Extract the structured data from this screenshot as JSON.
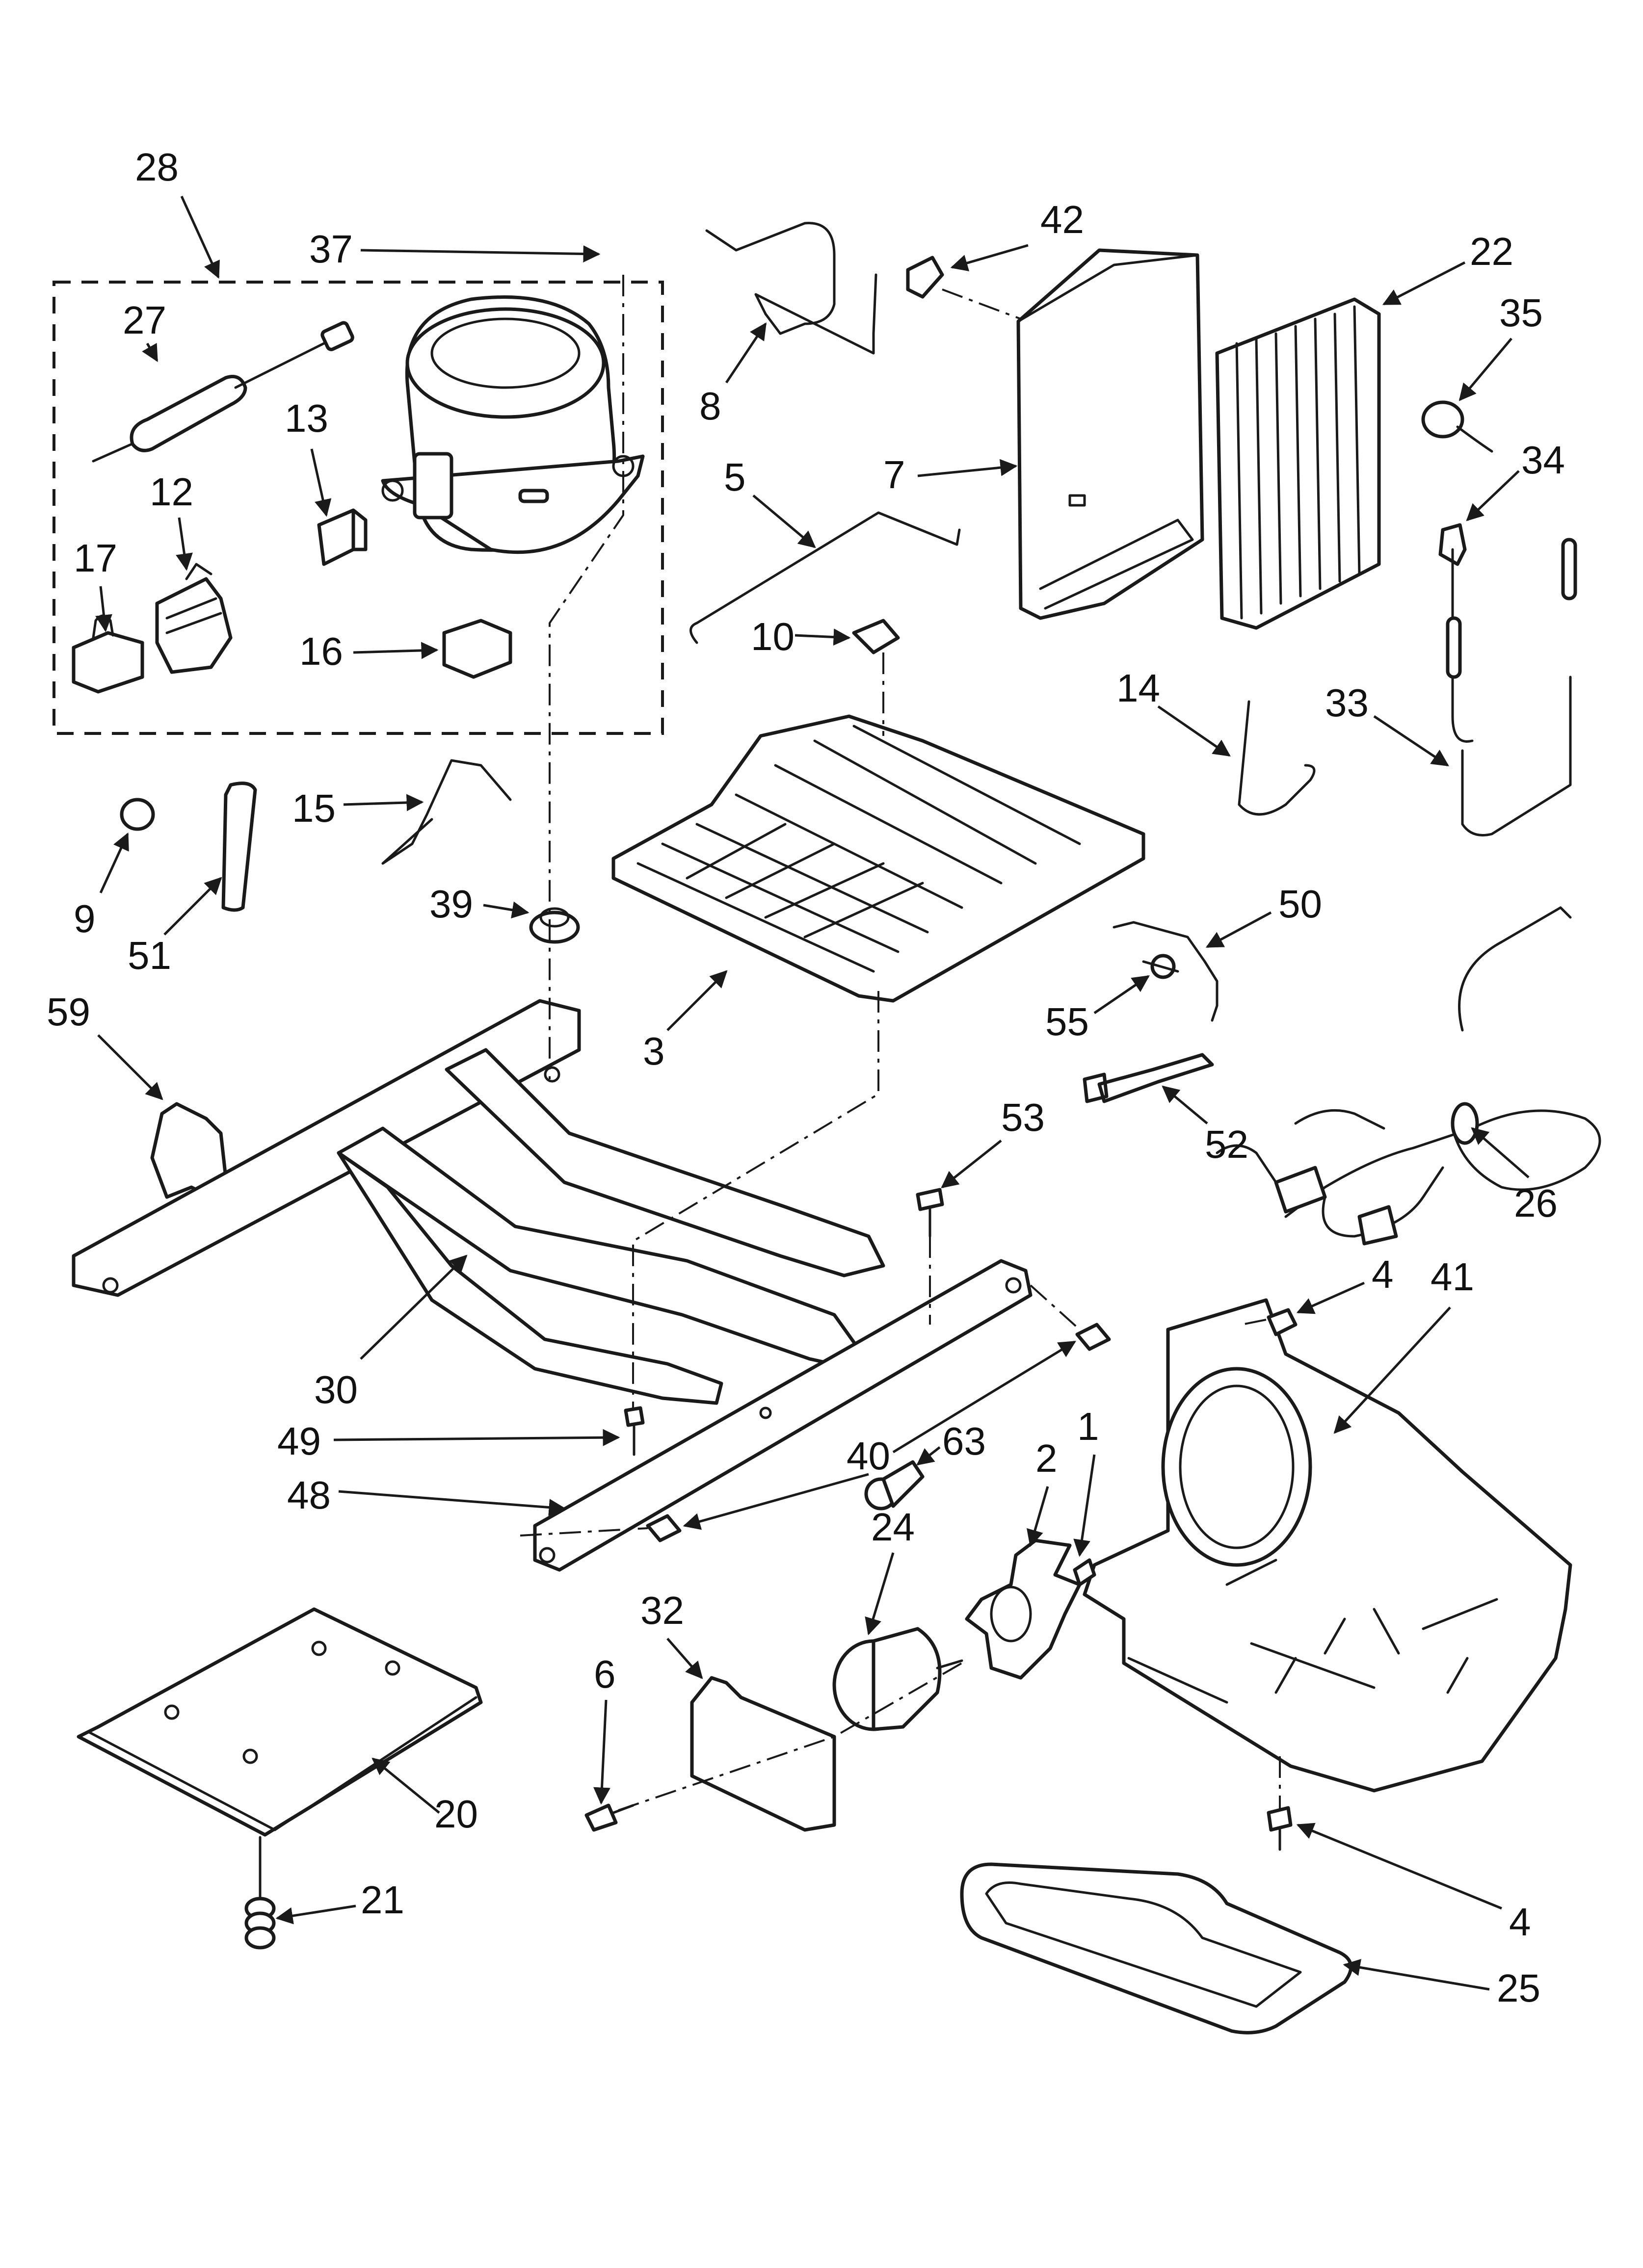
{
  "callouts": [
    {
      "id": "28",
      "text": "28"
    },
    {
      "id": "37",
      "text": "37"
    },
    {
      "id": "27",
      "text": "27"
    },
    {
      "id": "13",
      "text": "13"
    },
    {
      "id": "12",
      "text": "12"
    },
    {
      "id": "17",
      "text": "17"
    },
    {
      "id": "16",
      "text": "16"
    },
    {
      "id": "8",
      "text": "8"
    },
    {
      "id": "42",
      "text": "42"
    },
    {
      "id": "22",
      "text": "22"
    },
    {
      "id": "35",
      "text": "35"
    },
    {
      "id": "5",
      "text": "5"
    },
    {
      "id": "7",
      "text": "7"
    },
    {
      "id": "34",
      "text": "34"
    },
    {
      "id": "10",
      "text": "10"
    },
    {
      "id": "14",
      "text": "14"
    },
    {
      "id": "33",
      "text": "33"
    },
    {
      "id": "15",
      "text": "15"
    },
    {
      "id": "9",
      "text": "9"
    },
    {
      "id": "51",
      "text": "51"
    },
    {
      "id": "39",
      "text": "39"
    },
    {
      "id": "50",
      "text": "50"
    },
    {
      "id": "55",
      "text": "55"
    },
    {
      "id": "59",
      "text": "59"
    },
    {
      "id": "3",
      "text": "3"
    },
    {
      "id": "53",
      "text": "53"
    },
    {
      "id": "52",
      "text": "52"
    },
    {
      "id": "26",
      "text": "26"
    },
    {
      "id": "4a",
      "text": "4"
    },
    {
      "id": "41",
      "text": "41"
    },
    {
      "id": "30",
      "text": "30"
    },
    {
      "id": "49",
      "text": "49"
    },
    {
      "id": "40",
      "text": "40"
    },
    {
      "id": "63",
      "text": "63"
    },
    {
      "id": "1",
      "text": "1"
    },
    {
      "id": "2",
      "text": "2"
    },
    {
      "id": "48",
      "text": "48"
    },
    {
      "id": "24",
      "text": "24"
    },
    {
      "id": "32",
      "text": "32"
    },
    {
      "id": "6",
      "text": "6"
    },
    {
      "id": "20",
      "text": "20"
    },
    {
      "id": "21",
      "text": "21"
    },
    {
      "id": "4b",
      "text": "4"
    },
    {
      "id": "25",
      "text": "25"
    }
  ]
}
